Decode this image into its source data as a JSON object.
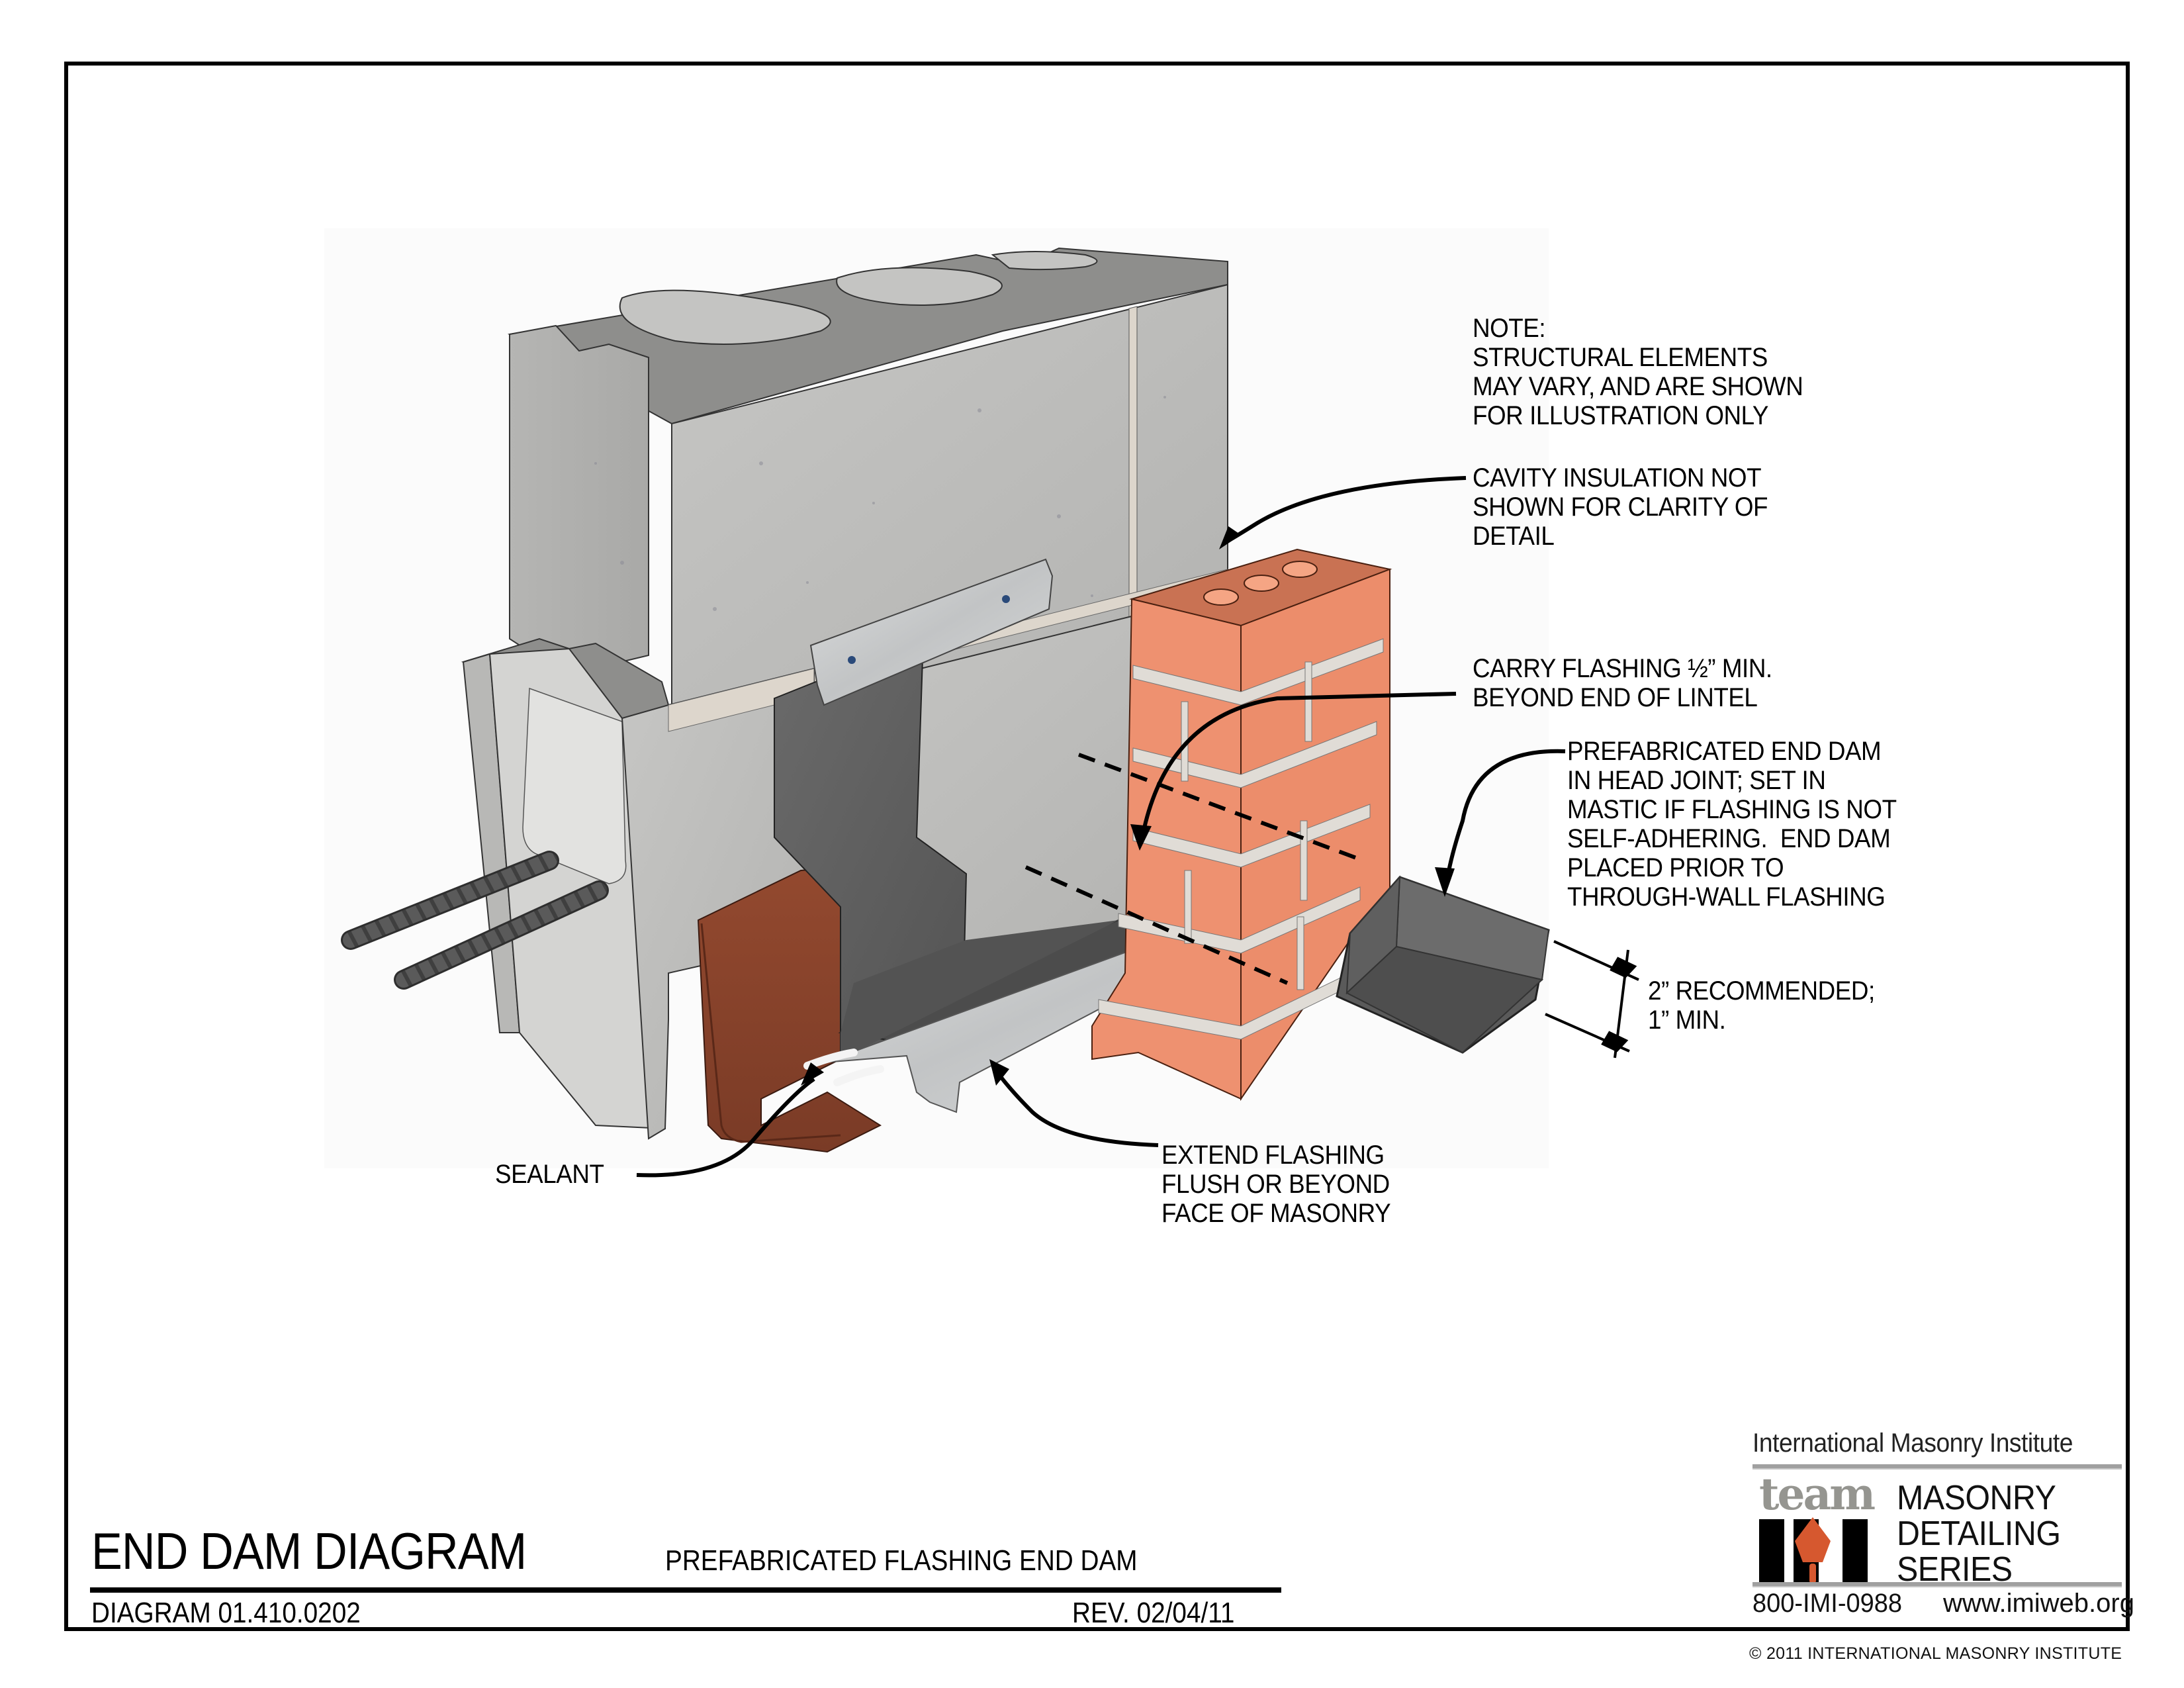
{
  "sheet": {
    "title": "END DAM DIAGRAM",
    "subtitle": "PREFABRICATED FLASHING END DAM",
    "diagram_number": "DIAGRAM 01.410.0202",
    "revision": "REV. 02/04/11"
  },
  "notes": {
    "general_note": "NOTE:\nSTRUCTURAL ELEMENTS\nMAY VARY, AND ARE SHOWN\nFOR ILLUSTRATION ONLY",
    "cavity_insulation": "CAVITY INSULATION NOT\nSHOWN FOR CLARITY OF\nDETAIL",
    "carry_flashing": "CARRY FLASHING ½” MIN.\nBEYOND END OF LINTEL",
    "prefab_end_dam": "PREFABRICATED END DAM\nIN HEAD JOINT; SET IN\nMASTIC IF FLASHING IS NOT\nSELF-ADHERING.  END DAM\nPLACED PRIOR TO\nTHROUGH-WALL FLASHING",
    "dimension": "2” RECOMMENDED;\n1” MIN.",
    "sealant": "SEALANT",
    "extend_flashing": "EXTEND FLASHING\nFLUSH OR BEYOND\nFACE OF MASONRY"
  },
  "illustration": {
    "components": [
      "concrete masonry units",
      "rebar",
      "steel angle lintel",
      "termination bar",
      "through-wall flashing",
      "stainless drip edge",
      "sealant beads",
      "brick veneer",
      "prefabricated end dam"
    ],
    "colors": {
      "cmu": "#bdbdbb",
      "cmu_top": "#8e8e8c",
      "mortar": "#ddd6cc",
      "brick": "#ee9170",
      "brick_top": "#c97253",
      "lintel": "#8c4630",
      "flashing": "#5e5e5e",
      "flashing_dark": "#4a4a4a",
      "metal": "#c8cacb",
      "end_dam": "#626262"
    }
  },
  "logo": {
    "organization": "International Masonry Institute",
    "team_word": "team",
    "series_text": "MASONRY\nDETAILING\nSERIES",
    "phone": "800-IMI-0988",
    "website": "www.imiweb.org",
    "trowel_color": "#d6582f",
    "team_color": "#959590"
  },
  "copyright": "© 2011 INTERNATIONAL MASONRY INSTITUTE"
}
